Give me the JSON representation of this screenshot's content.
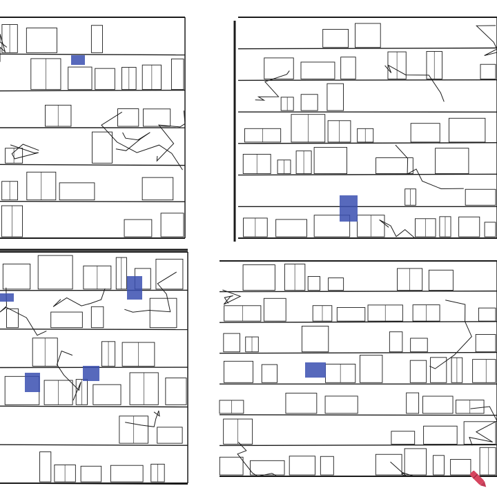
{
  "panels": [
    {
      "name": "sketch-panel-top-left"
    },
    {
      "name": "sketch-panel-top-right"
    },
    {
      "name": "sketch-panel-bottom-left"
    },
    {
      "name": "sketch-panel-bottom-right"
    }
  ],
  "colors": {
    "ink": "#1a1a1a",
    "accent_blue": "#3a4fb0",
    "background": "#ffffff",
    "crayon": "#d6455f"
  },
  "watermark": {
    "icon": "crayon-icon"
  }
}
